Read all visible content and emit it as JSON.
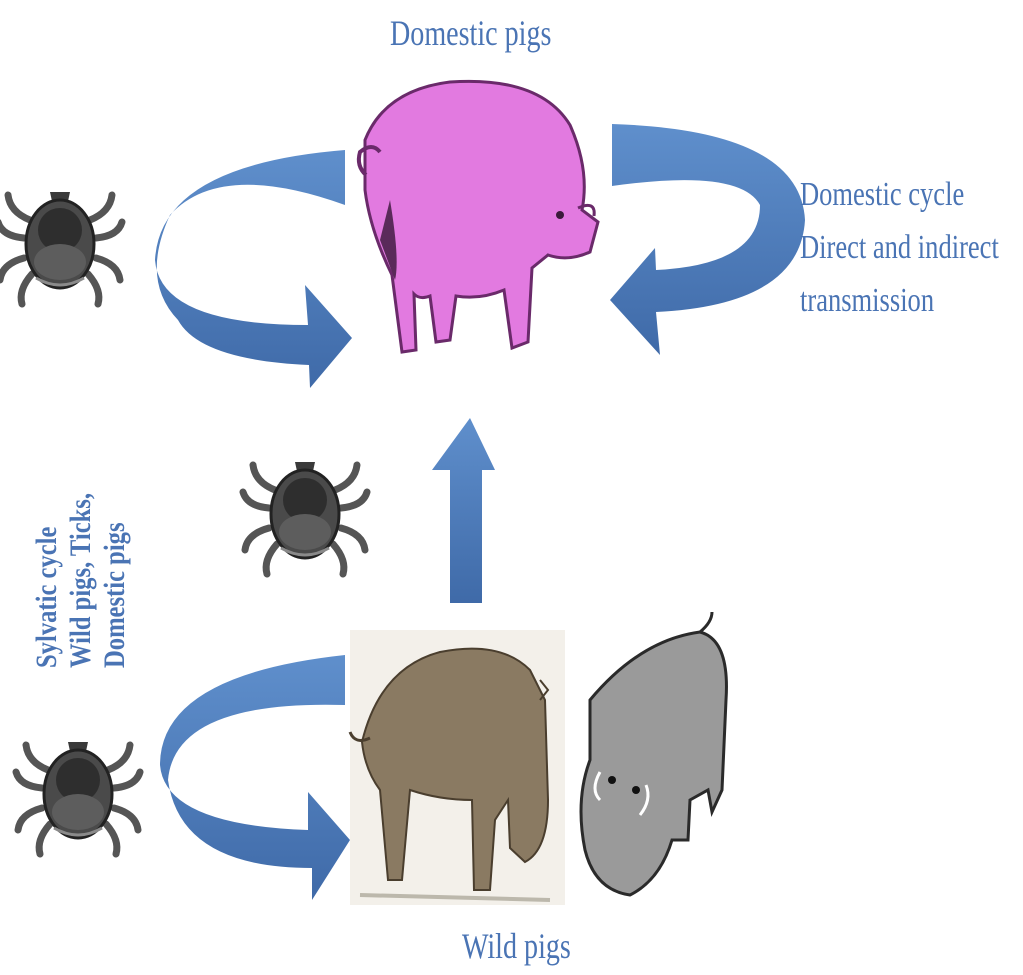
{
  "labels": {
    "domestic_pigs": "Domestic pigs",
    "wild_pigs": "Wild pigs",
    "domestic_cycle": [
      "Domestic cycle",
      "Direct and indirect",
      "transmission"
    ],
    "sylvatic_cycle": [
      "Sylvatic cycle",
      "Wild pigs, Ticks,",
      "Domestic pigs"
    ]
  },
  "colors": {
    "arrow": "#4a7ab8",
    "text": "#4a74b4",
    "domestic_pig": "#e27ae0",
    "wild_boar": "#8a7a62",
    "warthog": "#9a9a9a",
    "tick": "#4c4c4c"
  }
}
